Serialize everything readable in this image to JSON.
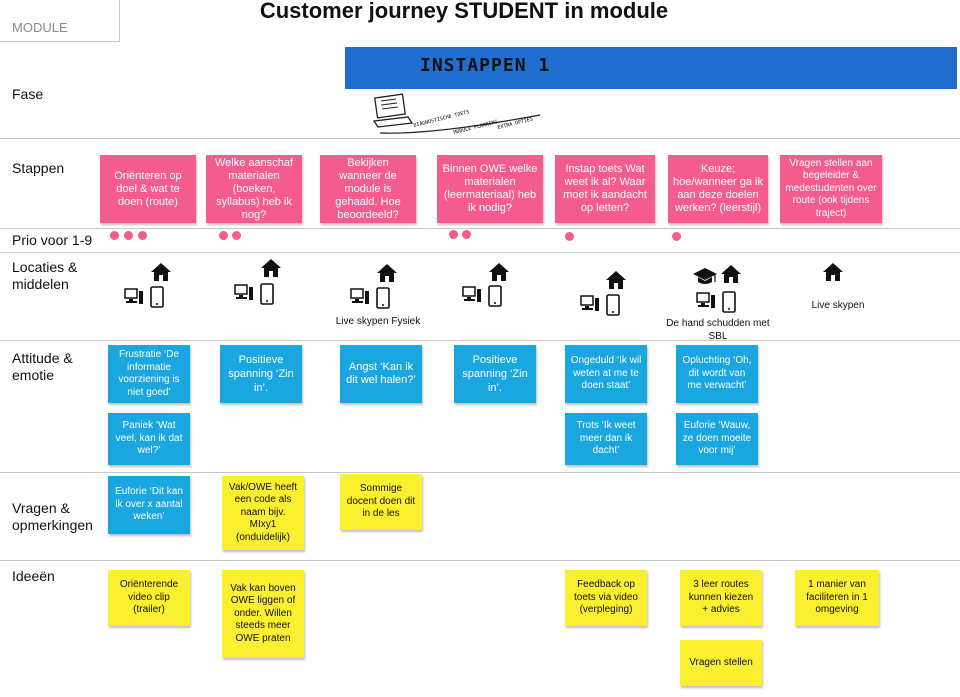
{
  "header": {
    "module_label": "MODULE",
    "title": "Customer journey STUDENT in module"
  },
  "rows": {
    "fase": "Fase",
    "stappen": "Stappen",
    "prio": "Prio voor 1-9",
    "locaties": "Locaties & middelen",
    "attitude": "Attitude & emotie",
    "vragen": "Vragen & opmerkingen",
    "ideeen": "Ideeën"
  },
  "fase": {
    "banner": "INSTAPPEN 1",
    "sketch_labels": [
      "DIAGNOSTISCHE TOETS",
      "MODULE PLANNING",
      "EXTRA OPTIES"
    ],
    "banner_color": "#1f6ed0"
  },
  "colors": {
    "step_note": "#f45b8f",
    "emotion_note": "#1aa6df",
    "idea_note": "#fbf02f"
  },
  "stappen": [
    "Oriënteren op doel & wat te doen (route)",
    "Welke aanschaf materialen (boeken, syllabus) heb ik nog?",
    "Bekijken wanneer de module is gehaald. Hoe beoordeeld?",
    "Binnen OWE welke materialen (leermateriaal) heb ik nodig?",
    "Instap toets Wat weet ik al? Waar moet ik aandacht op letten?",
    "Keuze; hoe/wanneer ga ik aan deze doelen werken? (leerstijl)",
    "Vragen stellen aan begeleider & medestudenten over route (ook tijdens traject)"
  ],
  "prio": [
    3,
    2,
    0,
    2,
    1,
    1,
    0
  ],
  "locaties": {
    "icons": [
      "house-icon",
      "computer-icon",
      "tablet-icon",
      "graduation-cap-icon"
    ],
    "captions": {
      "col3": "Live skypen Fysiek",
      "col6": "De hand schudden met SBL",
      "col7": "Live skypen"
    }
  },
  "attitude": {
    "row1": [
      "Frustratie ‘De informatie voorziening is niet goed’",
      "Positieve spanning ‘Zin in’.",
      "Angst ‘Kan ik dit wel halen?’",
      "Positieve spanning ‘Zin in’.",
      "Ongeduld ‘Ik wil weten at me te doen staat’",
      "Opluchting ‘Oh, dit wordt van me verwacht’"
    ],
    "row2": [
      "Paniek ‘Wat veel, kan ik dat wel?’",
      "Trots ‘Ik weet meer dan ik dacht’",
      "Euforie ‘Wauw, ze doen moeite voor mij’"
    ]
  },
  "vragen": [
    "Euforie ‘Dit kan ik over x aantal weken’",
    "Vak/OWE heeft een code als naam bijv. MIxy1 (onduidelijk)",
    "Sommige docent doen dit in de les"
  ],
  "ideeen": [
    "Oriënterende video clip (trailer)",
    "Vak kan boven OWE liggen of onder. Willen steeds meer OWE praten",
    "Feedback op toets via video (verpleging)",
    "3 leer routes kunnen kiezen + advies",
    "1 manier van faciliteren in 1 omgeving",
    "Vragen stellen"
  ]
}
